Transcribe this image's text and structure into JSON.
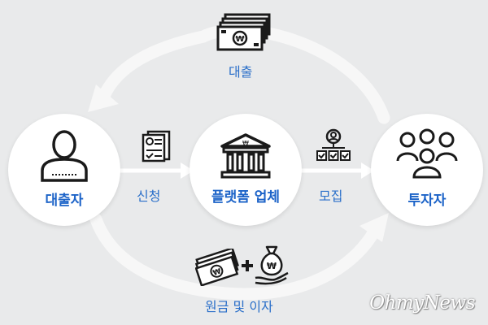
{
  "nodes": {
    "borrower": {
      "label": "대출자"
    },
    "platform": {
      "label": "플랫폼 업체"
    },
    "investor": {
      "label": "투자자"
    }
  },
  "flows": {
    "loan": "대출",
    "apply": "신청",
    "recruit": "모집",
    "repayment": "원금 및 이자"
  },
  "icons": {
    "borrower": "person-icon",
    "platform": "bank-building-icon",
    "investor": "group-icon",
    "loan": "money-stack-icon",
    "apply": "application-form-icon",
    "recruit": "recruit-checklist-icon",
    "repayment_cash": "cash-bills-icon",
    "repayment_bag": "money-bag-hand-icon",
    "currency_symbol": "₩"
  },
  "watermark": "OhmyNews",
  "colors": {
    "background": "#e9eaeb",
    "accent": "#1c63c8",
    "arrow": "#ffffff",
    "icon": "#1a1a1a"
  }
}
